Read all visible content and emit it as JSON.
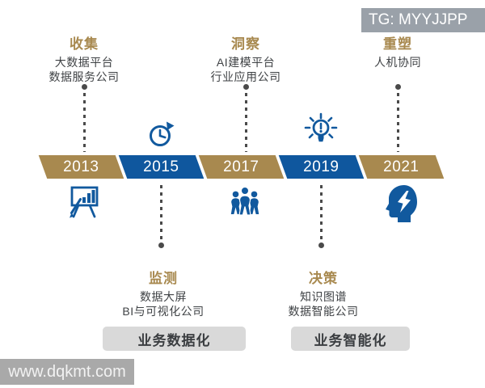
{
  "watermarks": {
    "top": "TG: MYYJJPP",
    "bottom": "www.dqkmt.com"
  },
  "timeline": {
    "years": [
      {
        "year": "2013",
        "color": "gold"
      },
      {
        "year": "2015",
        "color": "blue"
      },
      {
        "year": "2017",
        "color": "gold"
      },
      {
        "year": "2019",
        "color": "blue"
      },
      {
        "year": "2021",
        "color": "gold"
      }
    ]
  },
  "stages_top": [
    {
      "title": "收集",
      "lines": [
        "大数据平台",
        "数据服务公司"
      ],
      "year": "2013"
    },
    {
      "title": "洞察",
      "lines": [
        "AI建模平台",
        "行业应用公司"
      ],
      "year": "2017"
    },
    {
      "title": "重塑",
      "lines": [
        "人机协同"
      ],
      "year": "2021"
    }
  ],
  "stages_bottom": [
    {
      "title": "监测",
      "lines": [
        "数据大屏",
        "BI与可视化公司"
      ],
      "year": "2015"
    },
    {
      "title": "决策",
      "lines": [
        "知识图谱",
        "数据智能公司"
      ],
      "year": "2019"
    }
  ],
  "phases": [
    {
      "label": "业务数据化"
    },
    {
      "label": "业务智能化"
    }
  ],
  "icons": {
    "above_2015": "history-clock-icon",
    "above_2019": "alert-bulb-icon",
    "below_2013": "presentation-board-icon",
    "below_2017": "team-icon",
    "below_2021": "smart-head-icon"
  },
  "colors": {
    "gold": "#a8894f",
    "blue": "#0f579e",
    "text": "#3f4245",
    "connector": "#4a4a4a",
    "phase_box_bg": "#d9d9d9",
    "watermark_bg": "#a9a9a9"
  }
}
